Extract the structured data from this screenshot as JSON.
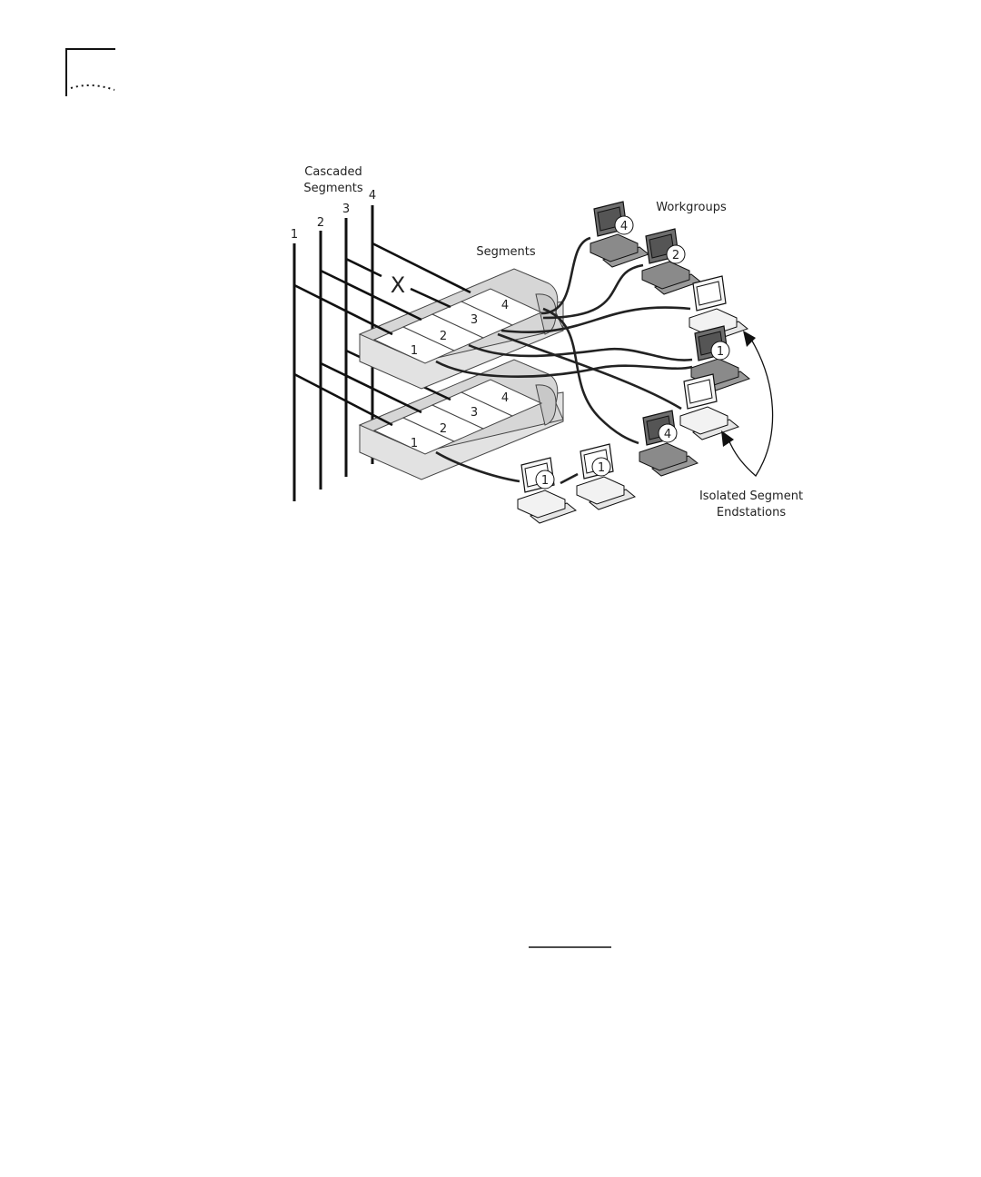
{
  "labels": {
    "cascaded_line1": "Cascaded",
    "cascaded_line2": "Segments",
    "segments": "Segments",
    "workgroups": "Workgroups",
    "isolated_line1": "Isolated Segment",
    "isolated_line2": "Endstations",
    "break_mark": "X"
  },
  "bus_numbers": [
    "1",
    "2",
    "3",
    "4"
  ],
  "upper_hub_ports": [
    "1",
    "2",
    "3",
    "4"
  ],
  "lower_hub_ports": [
    "1",
    "2",
    "3",
    "4"
  ],
  "stations": {
    "ws_a": "4",
    "ws_b": "2",
    "ws_c": "",
    "ws_d": "1",
    "ws_e": "",
    "ws_f": "4",
    "ws_g": "1",
    "ws_h": "1"
  }
}
